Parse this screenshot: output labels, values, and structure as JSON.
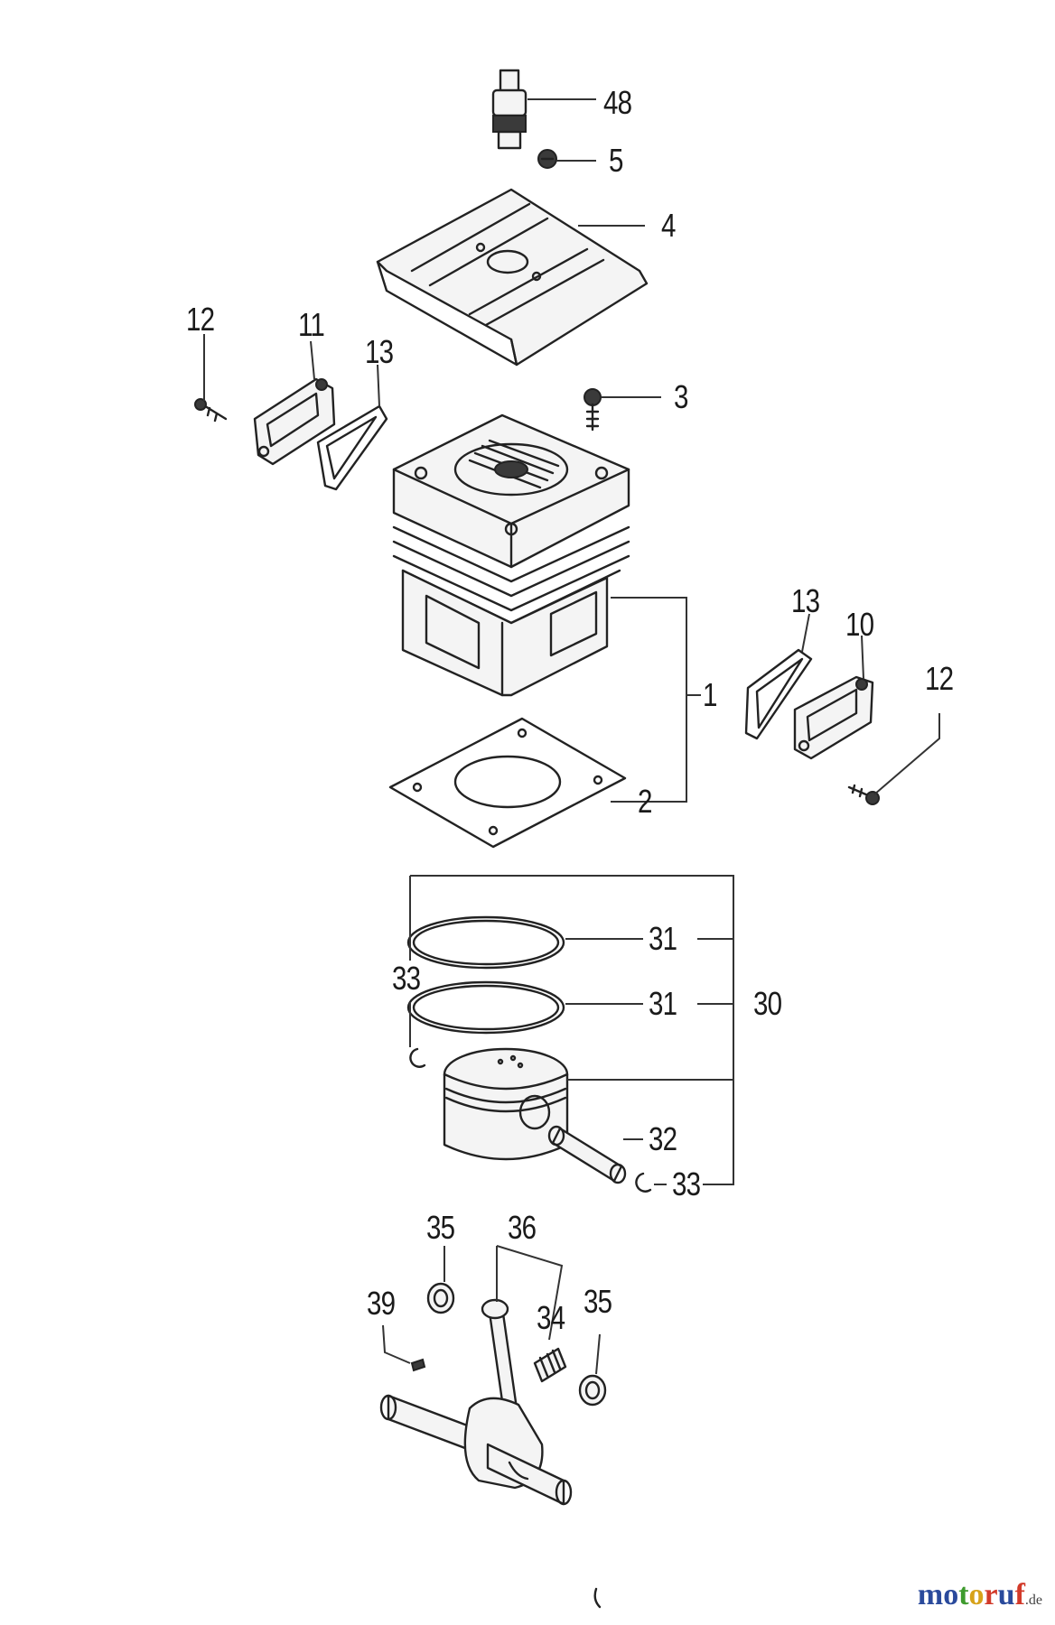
{
  "callouts": {
    "p48": "48",
    "p5": "5",
    "p4": "4",
    "p12_left": "12",
    "p11": "11",
    "p13_left": "13",
    "p3": "3",
    "p13_right": "13",
    "p10": "10",
    "p12_right": "12",
    "p1": "1",
    "p2": "2",
    "p31_top": "31",
    "p31_bottom": "31",
    "p30": "30",
    "p33_left": "33",
    "p32": "32",
    "p33_right": "33",
    "p35_left": "35",
    "p36": "36",
    "p39": "39",
    "p34": "34",
    "p35_right": "35"
  },
  "watermark": {
    "m": "m",
    "o1": "o",
    "t": "t",
    "o2": "o",
    "r": "r",
    "u": "u",
    "f": "f",
    "domain": ".de",
    "colors": [
      "#2a4a9c",
      "#2a4a9c",
      "#3f9b2e",
      "#d7a21a",
      "#d23a2a",
      "#2a4a9c",
      "#d23a2a"
    ]
  }
}
